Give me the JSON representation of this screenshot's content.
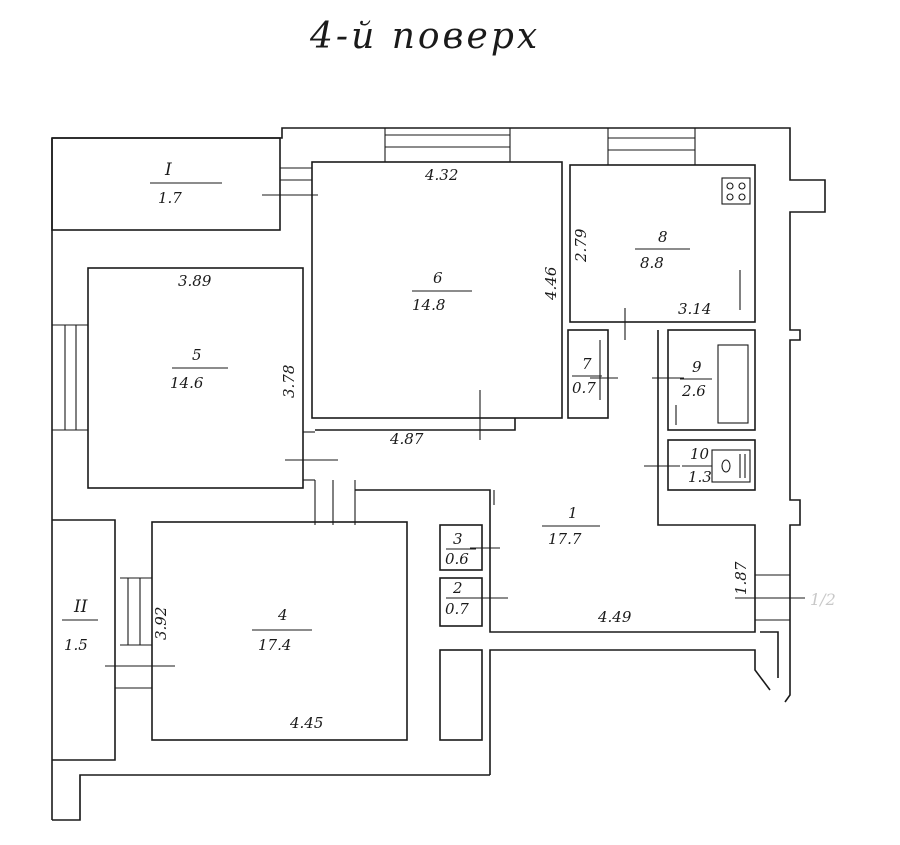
{
  "title": "4-й поверх",
  "rooms": [
    {
      "id": "I",
      "area": "1.7"
    },
    {
      "id": "6",
      "area": "14.8"
    },
    {
      "id": "8",
      "area": "8.8"
    },
    {
      "id": "5",
      "area": "14.6"
    },
    {
      "id": "7",
      "area": "0.7"
    },
    {
      "id": "9",
      "area": "2.6"
    },
    {
      "id": "10",
      "area": "1.3"
    },
    {
      "id": "1",
      "area": "17.7"
    },
    {
      "id": "3",
      "area": "0.6"
    },
    {
      "id": "2",
      "area": "0.7"
    },
    {
      "id": "II",
      "area": "1.5"
    },
    {
      "id": "4",
      "area": "17.4"
    }
  ],
  "dimensions": [
    "4.32",
    "2.79",
    "4.46",
    "3.14",
    "3.89",
    "3.78",
    "4.87",
    "1.87",
    "4.49",
    "3.92",
    "4.45"
  ],
  "faint_mark": "1/2"
}
